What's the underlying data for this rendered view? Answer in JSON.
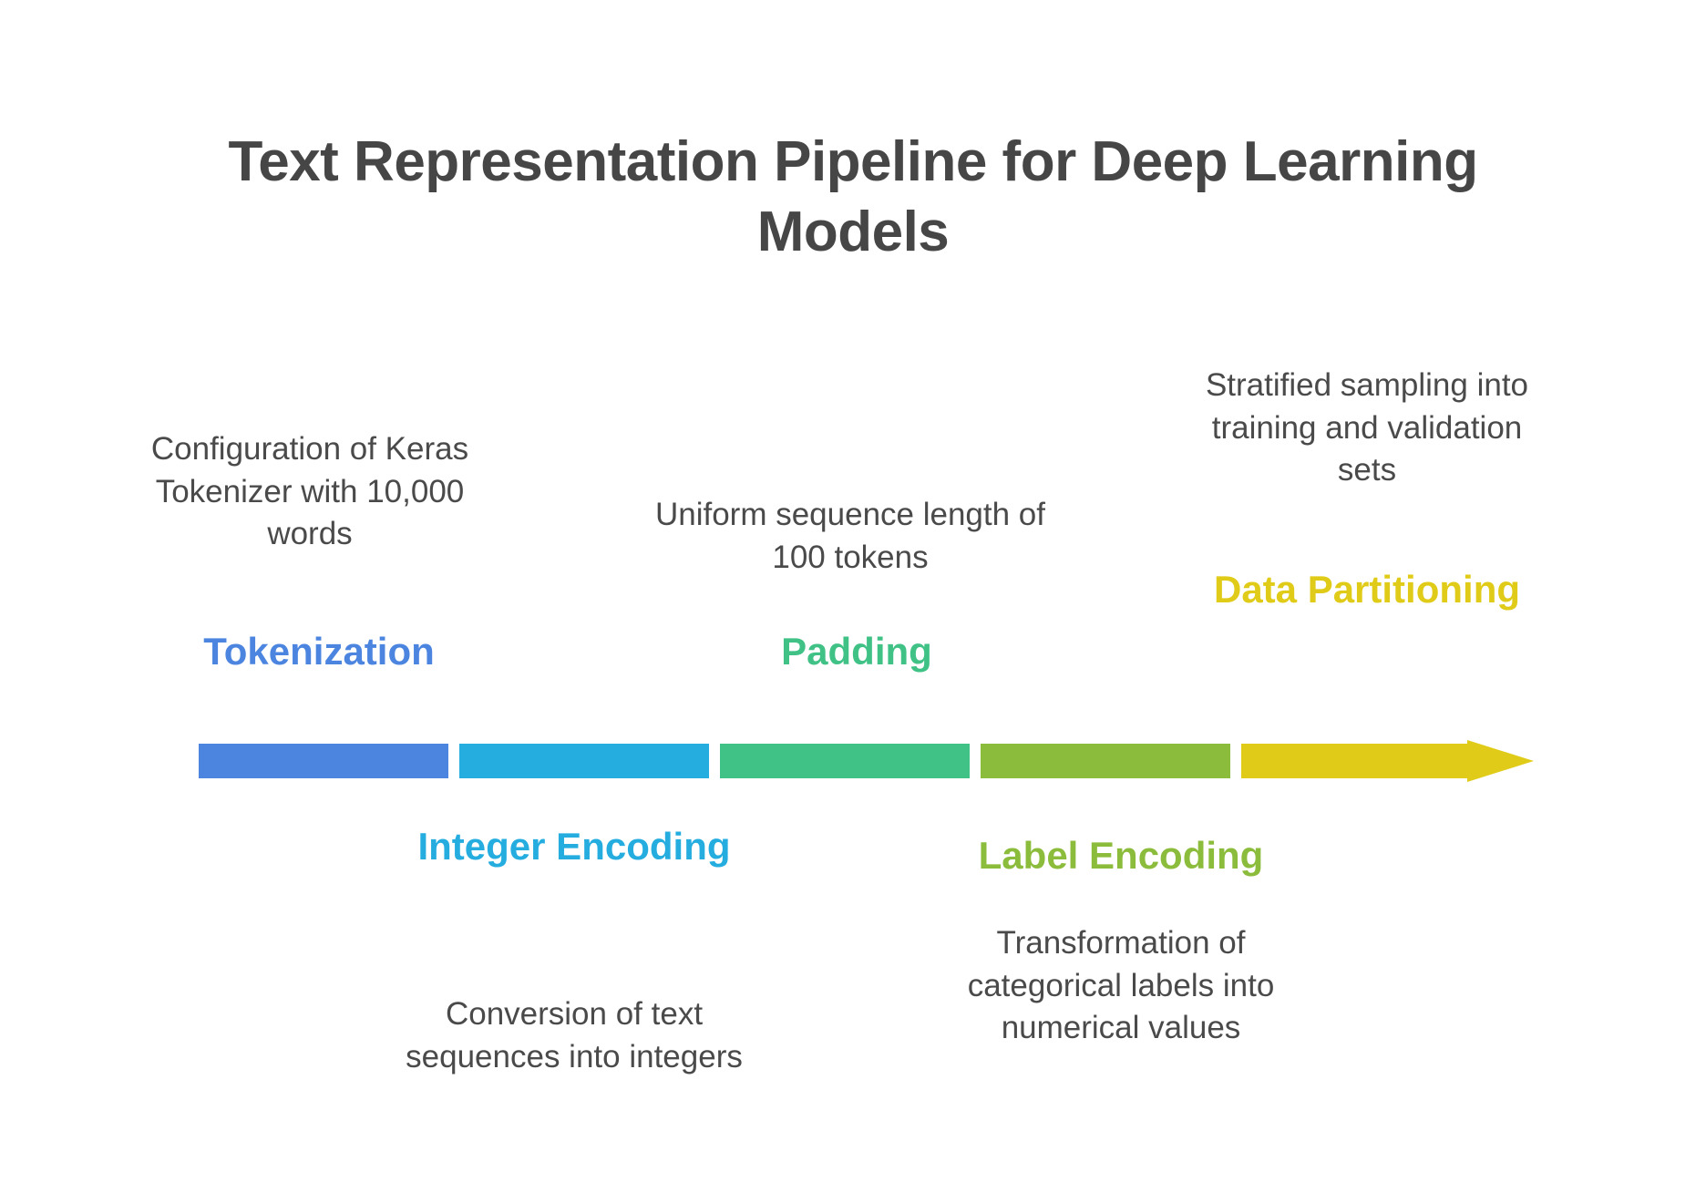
{
  "title": "Text Representation Pipeline for Deep Learning Models",
  "colors": {
    "title_text": "#464646",
    "body_text": "#4a4a4a",
    "background": "#ffffff",
    "tokenization": "#4c85e0",
    "integer_encoding": "#25ade0",
    "padding": "#40c286",
    "label_encoding": "#8cbc3c",
    "data_partitioning": "#e0cc18"
  },
  "chart_data": {
    "type": "bar",
    "title": "Text Representation Pipeline for Deep Learning Models",
    "categories": [
      "Tokenization",
      "Integer Encoding",
      "Padding",
      "Label Encoding",
      "Data Partitioning"
    ],
    "values": [
      1,
      1,
      1,
      1,
      1
    ],
    "xlabel": "",
    "ylabel": "",
    "legend": "none",
    "grid": false
  },
  "stages": [
    {
      "id": "tokenization",
      "label": "Tokenization",
      "description": "Configuration of Keras Tokenizer with 10,000 words",
      "color": "#4c85e0",
      "position": "above"
    },
    {
      "id": "integer-encoding",
      "label": "Integer Encoding",
      "description": "Conversion of text sequences into integers",
      "color": "#25ade0",
      "position": "below"
    },
    {
      "id": "padding",
      "label": "Padding",
      "description": "Uniform sequence length of 100 tokens",
      "color": "#40c286",
      "position": "above"
    },
    {
      "id": "label-encoding",
      "label": "Label Encoding",
      "description": "Transformation of categorical labels into numerical values",
      "color": "#8cbc3c",
      "position": "below"
    },
    {
      "id": "data-partitioning",
      "label": "Data Partitioning",
      "description": "Stratified sampling into training and validation sets",
      "color": "#e0cc18",
      "position": "above"
    }
  ]
}
